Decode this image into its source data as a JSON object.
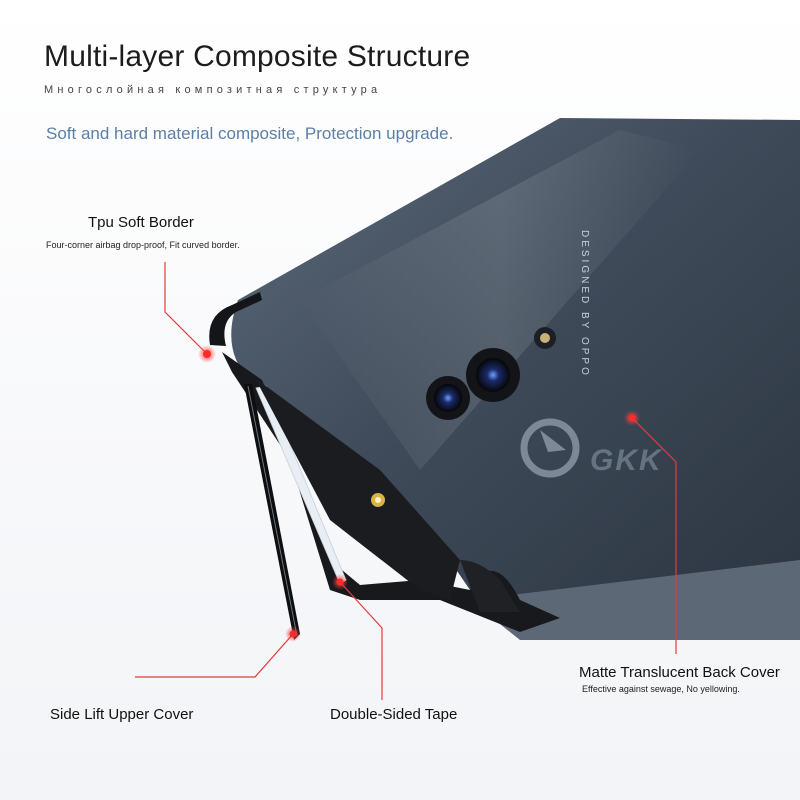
{
  "header": {
    "title": "Multi-layer Composite Structure",
    "subtitle_ru": "Многослойная композитная структура",
    "tagline": "Soft and hard material composite, Protection upgrade."
  },
  "callouts": {
    "tpu": {
      "title": "Tpu Soft Border",
      "desc": "Four-corner airbag drop-proof, Fit curved border."
    },
    "side_lift": {
      "title": "Side Lift Upper Cover"
    },
    "tape": {
      "title": "Double-Sided Tape"
    },
    "back_cover": {
      "title": "Matte Translucent Back Cover",
      "desc": "Effective against sewage, No yellowing."
    }
  },
  "product": {
    "printed_text": "DESIGNED BY OPPO",
    "watermark": "GKK"
  },
  "colors": {
    "callout_line": "#e23b3b",
    "callout_dot": "#ff2a2a",
    "phone_back": "#4a5768",
    "bumper": "#141518",
    "accent_text": "#5b7fa8"
  }
}
